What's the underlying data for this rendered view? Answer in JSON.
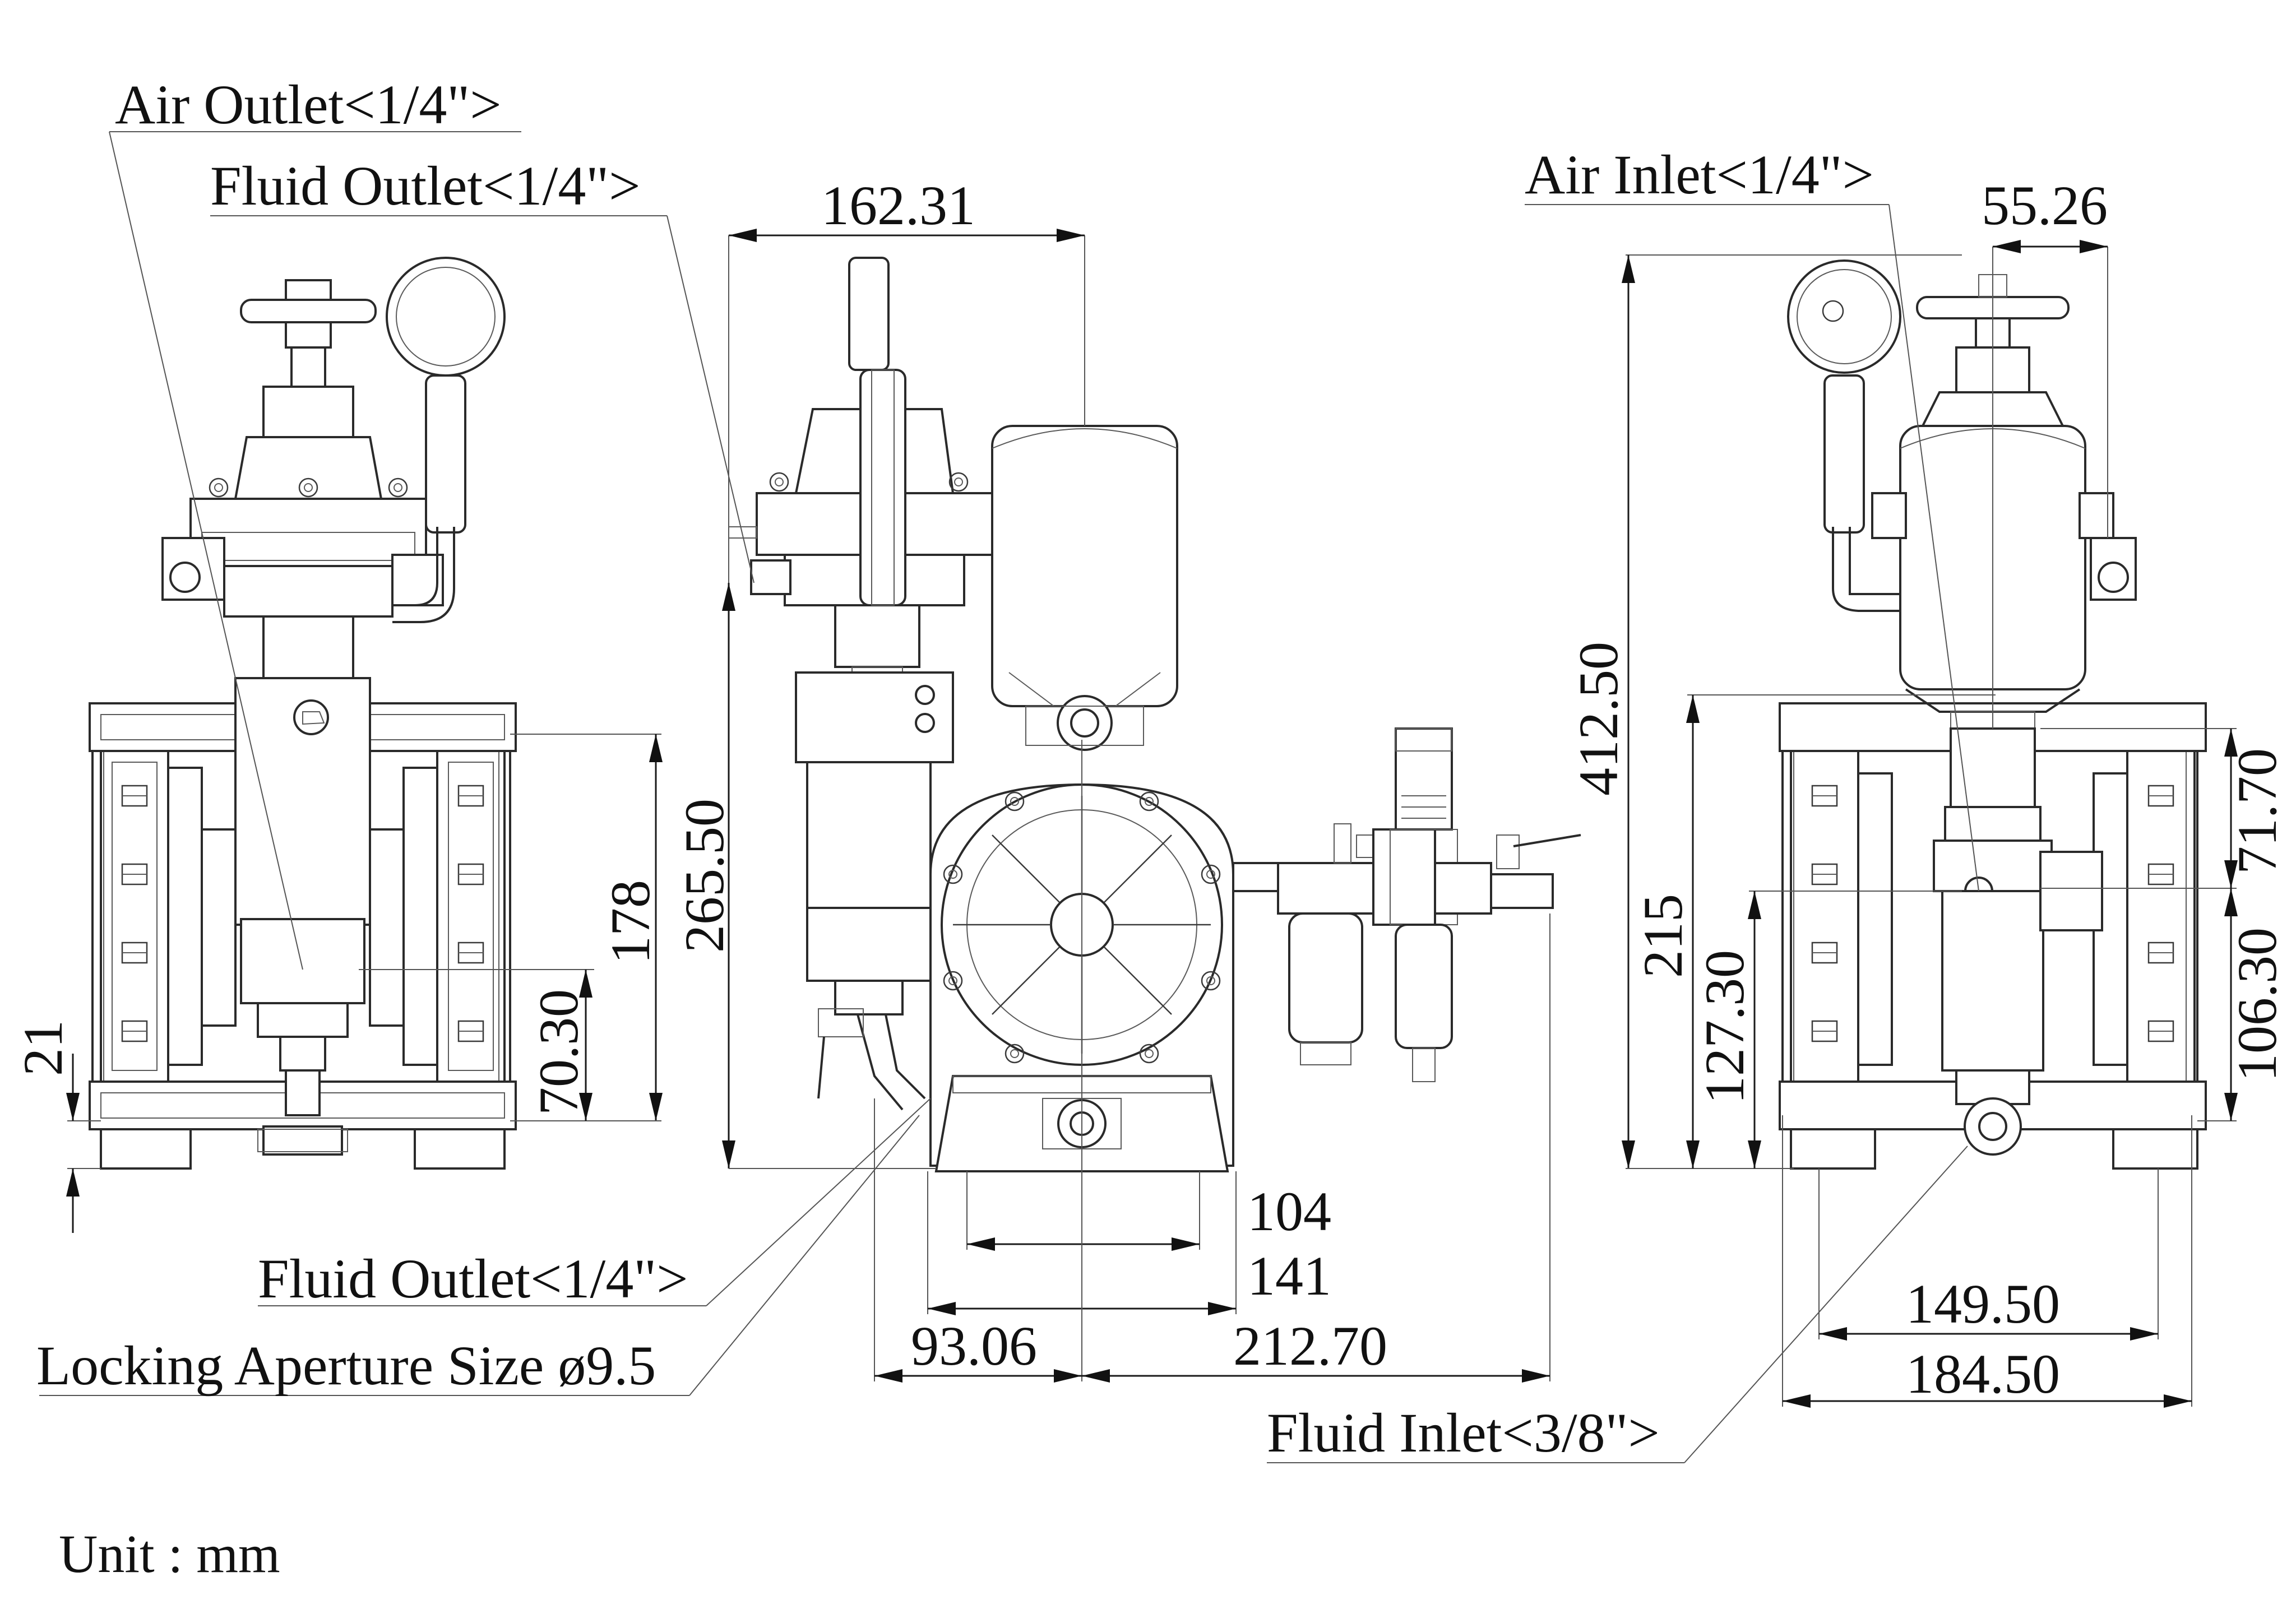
{
  "labels": {
    "air_outlet": "Air Outlet<1/4\">",
    "fluid_outlet_top": "Fluid Outlet<1/4\">",
    "air_inlet": "Air Inlet<1/4\">",
    "fluid_outlet_bottom": "Fluid Outlet<1/4\">",
    "locking_aperture": "Locking Aperture Size ø9.5",
    "fluid_inlet": "Fluid Inlet<3/8\">"
  },
  "dimensions": {
    "width_162_31": "162.31",
    "width_55_26": "55.26",
    "height_412_50": "412.50",
    "height_265_50": "265.50",
    "height_178": "178",
    "height_70_30": "70.30",
    "height_21": "21",
    "height_215": "215",
    "height_127_30": "127.30",
    "height_71_70": "71.70",
    "height_106_30": "106.30",
    "width_104": "104",
    "width_141": "141",
    "width_93_06": "93.06",
    "width_212_70": "212.70",
    "width_149_50": "149.50",
    "width_184_50": "184.50"
  },
  "unit": "Unit : mm"
}
